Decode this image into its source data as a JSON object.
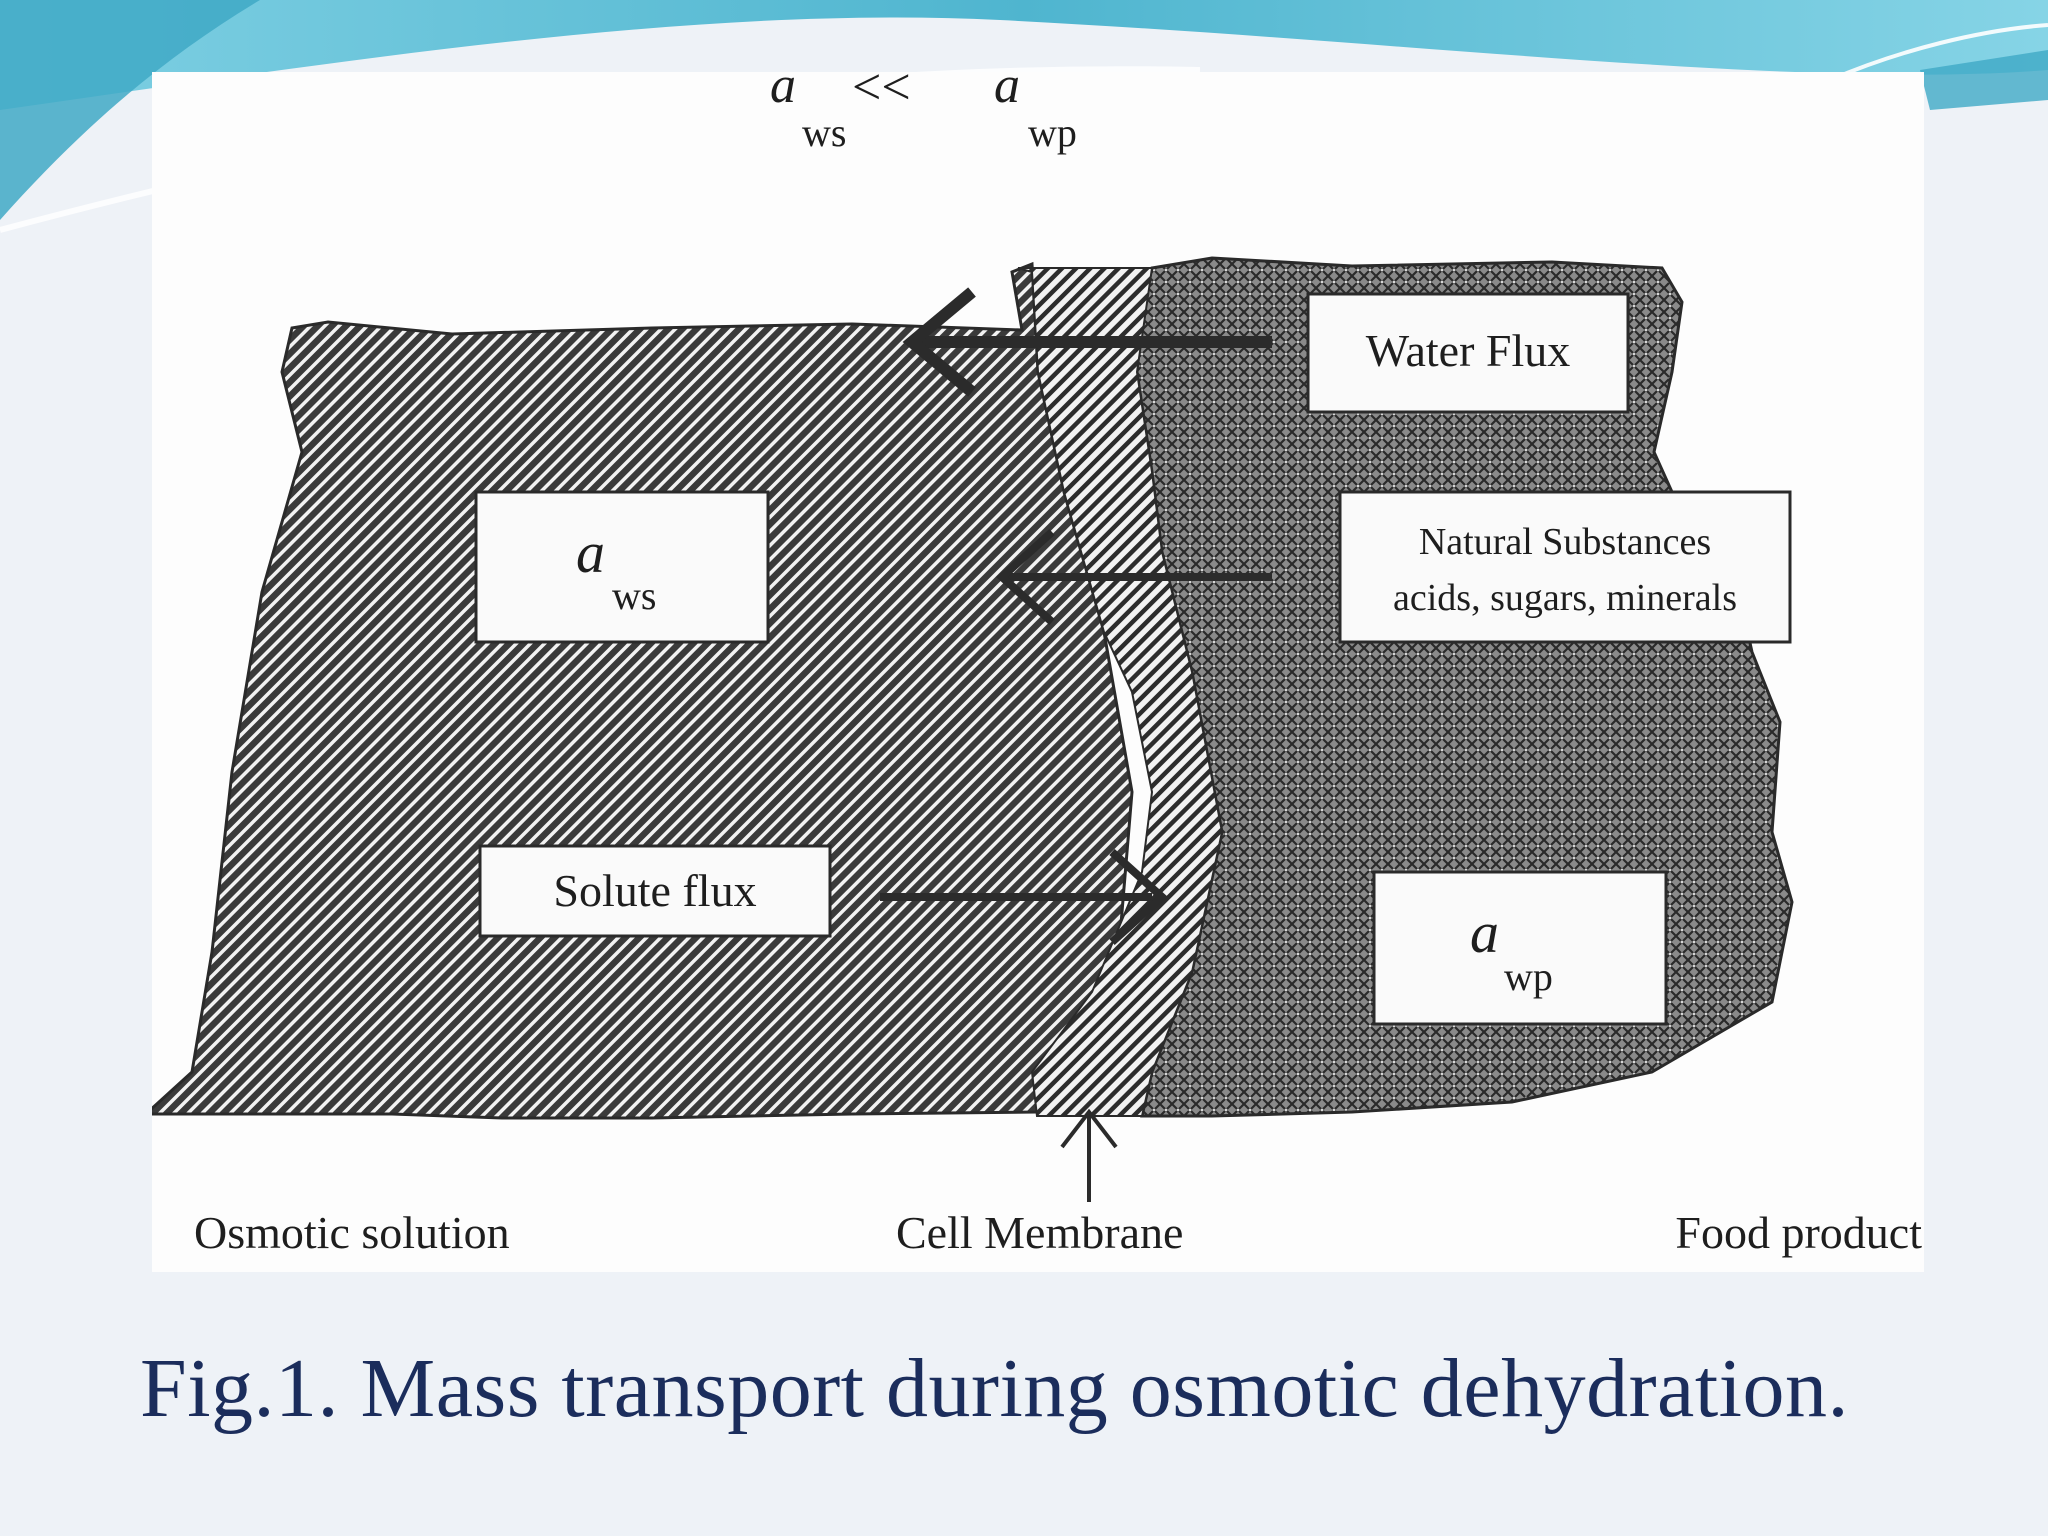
{
  "figure": {
    "top_relation": {
      "left_symbol": "a",
      "left_subscript": "ws",
      "operator": "<<",
      "right_symbol": "a",
      "right_subscript": "wp"
    },
    "boxes": {
      "water_flux": "Water Flux",
      "natural_substances_line1": "Natural Substances",
      "natural_substances_line2": "acids, sugars, minerals",
      "solute_flux": "Solute flux",
      "a_ws_symbol": "a",
      "a_ws_subscript": "ws",
      "a_wp_symbol": "a",
      "a_wp_subscript": "wp"
    },
    "bottom_labels": {
      "osmotic_solution": "Osmotic solution",
      "cell_membrane": "Cell Membrane",
      "food_product": "Food product"
    }
  },
  "caption": "Fig.1. Mass transport during osmotic dehydration.",
  "colors": {
    "caption_text": "#1b2d5c",
    "accent_teal": "#5bbfd6",
    "hatch_dark": "#2e2e2e"
  }
}
